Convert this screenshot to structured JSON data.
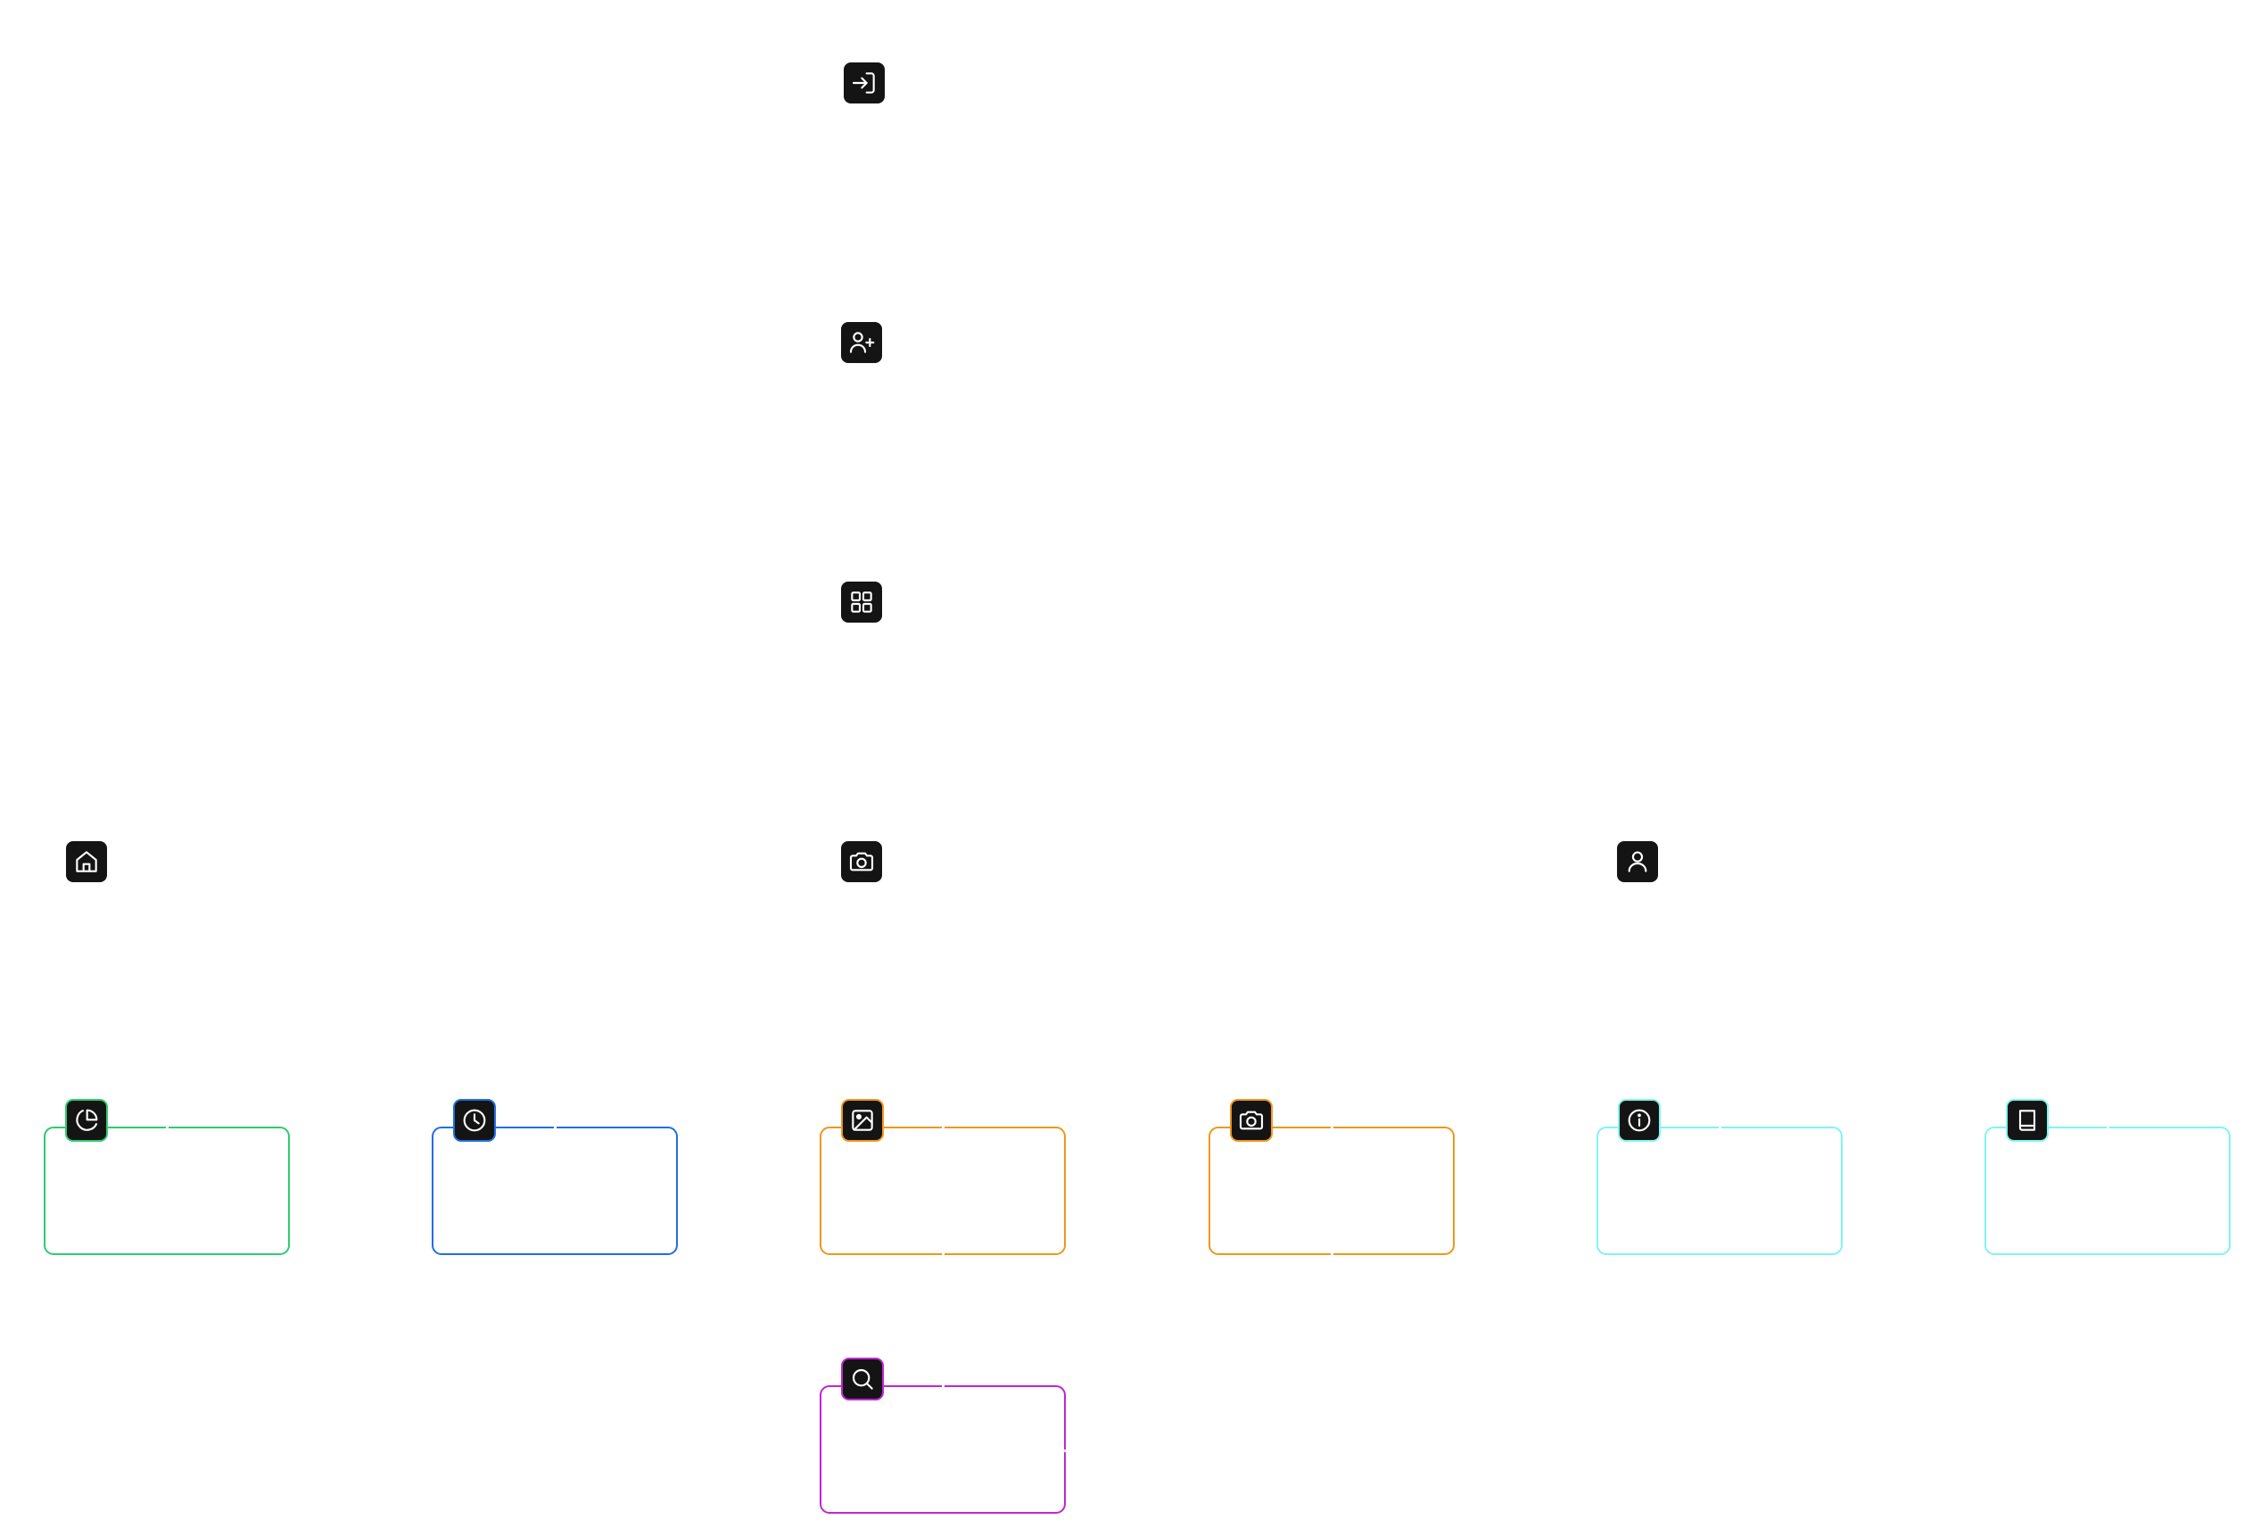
{
  "diagram": {
    "top_nodes": [
      {
        "id": "login",
        "icon": "login-icon"
      },
      {
        "id": "add-user",
        "icon": "user-plus-icon"
      },
      {
        "id": "grid",
        "icon": "grid-icon"
      },
      {
        "id": "home",
        "icon": "home-icon"
      },
      {
        "id": "camera",
        "icon": "camera-icon"
      },
      {
        "id": "user",
        "icon": "user-icon"
      }
    ],
    "cards": [
      {
        "id": "chart",
        "icon": "pie-chart-icon",
        "color": "#2ecc71"
      },
      {
        "id": "history",
        "icon": "clock-icon",
        "color": "#1f6fe5"
      },
      {
        "id": "gallery",
        "icon": "image-icon",
        "color": "#f0961e"
      },
      {
        "id": "photo",
        "icon": "camera-icon",
        "color": "#f0961e"
      },
      {
        "id": "about",
        "icon": "info-icon",
        "color": "#7ff5f0"
      },
      {
        "id": "docs",
        "icon": "book-icon",
        "color": "#7ff5f0"
      },
      {
        "id": "search",
        "icon": "search-icon",
        "color": "#c026d3"
      }
    ]
  }
}
